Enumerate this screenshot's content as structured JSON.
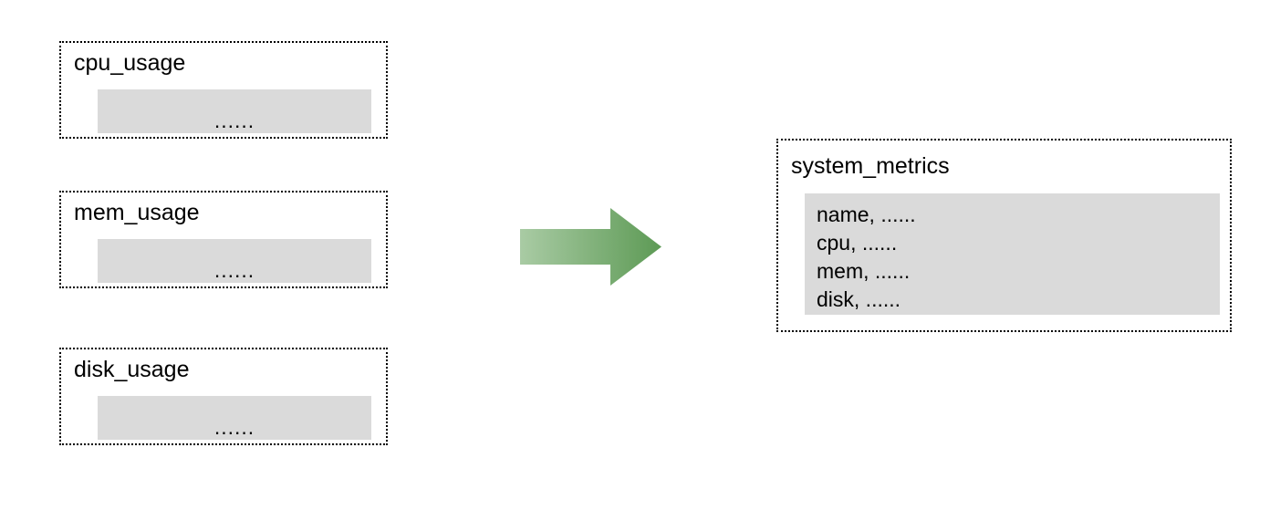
{
  "diagram": {
    "type": "data-merge-flow",
    "background_color": "#ffffff",
    "accent_color": "#63a05a",
    "panel_fill_color": "#dadada",
    "border_color": "#000000"
  },
  "sources": [
    {
      "title": "cpu_usage",
      "content": "......"
    },
    {
      "title": "mem_usage",
      "content": "......"
    },
    {
      "title": "disk_usage",
      "content": "......"
    }
  ],
  "connector": {
    "icon": "right-arrow-icon",
    "gradient_from": "#a9cba4",
    "gradient_to": "#5d9a55"
  },
  "target": {
    "title": "system_metrics",
    "lines": [
      "name, ......",
      "cpu, ......",
      "mem, ......",
      "disk, ......"
    ]
  }
}
